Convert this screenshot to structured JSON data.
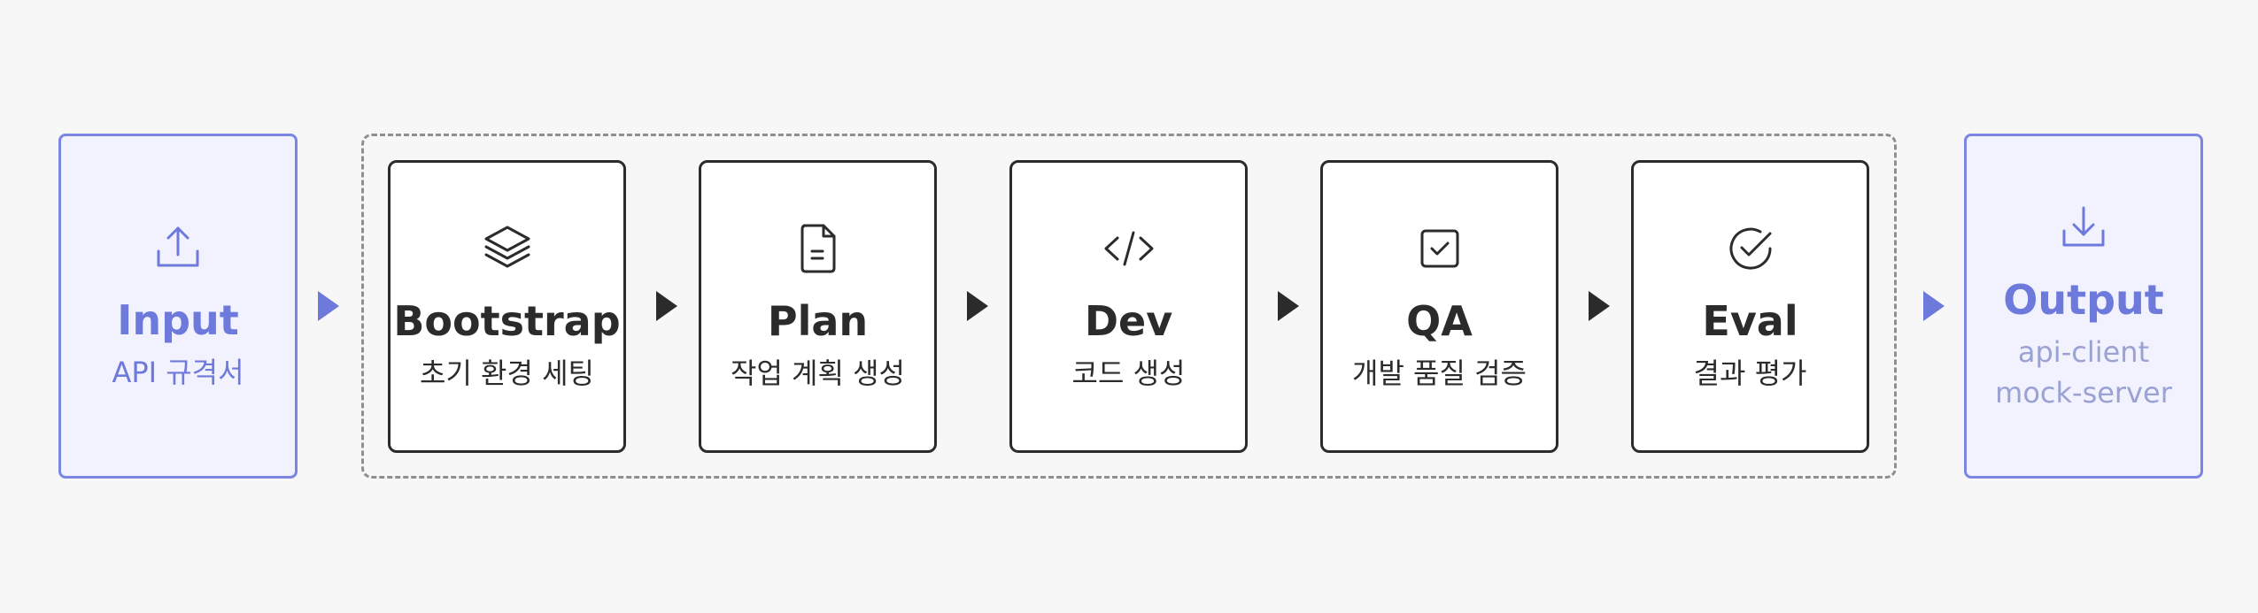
{
  "colors": {
    "background": "#f7f7f7",
    "accent": "#6e79dc",
    "io_fill": "#f1f2fd",
    "stage_border": "#2b2b2b",
    "output_sub": "#9aa2d4"
  },
  "input": {
    "title": "Input",
    "subtitle": "API 규격서",
    "icon": "upload-icon"
  },
  "stages": [
    {
      "title": "Bootstrap",
      "subtitle": "초기 환경 세팅",
      "icon": "layers-icon"
    },
    {
      "title": "Plan",
      "subtitle": "작업 계획 생성",
      "icon": "document-icon"
    },
    {
      "title": "Dev",
      "subtitle": "코드 생성",
      "icon": "code-icon"
    },
    {
      "title": "QA",
      "subtitle": "개발 품질 검증",
      "icon": "checkbox-icon"
    },
    {
      "title": "Eval",
      "subtitle": "결과 평가",
      "icon": "check-circle-icon"
    }
  ],
  "output": {
    "title": "Output",
    "subtitle_lines": [
      "api-client",
      "mock-server"
    ],
    "icon": "download-icon"
  }
}
